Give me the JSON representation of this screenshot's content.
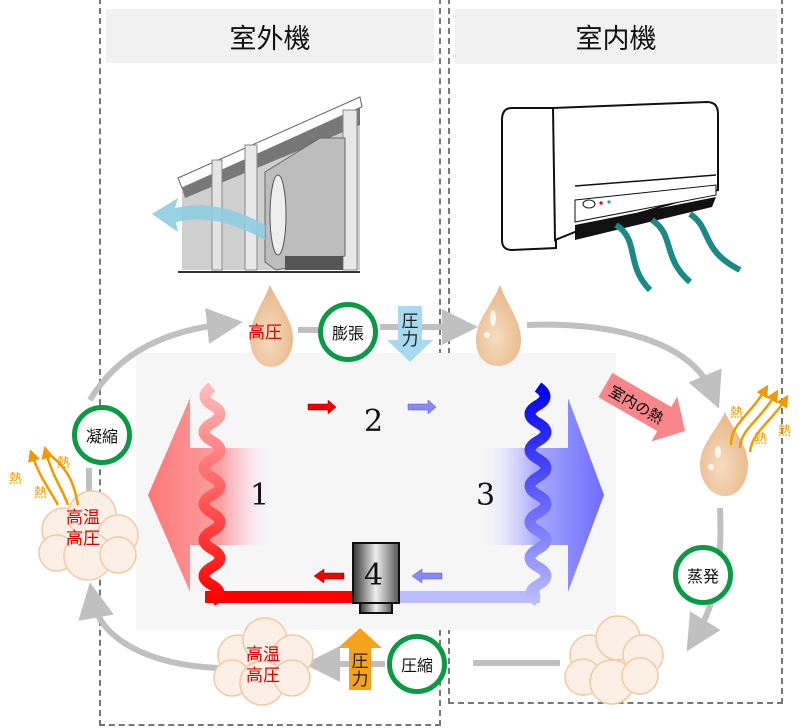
{
  "panels": {
    "outdoor": {
      "title": "室外機"
    },
    "indoor": {
      "title": "室内機"
    }
  },
  "states": {
    "top_left_drop": "高圧",
    "left_cloud": [
      "高温",
      "高圧"
    ],
    "bottom_cloud": [
      "高温",
      "高圧"
    ]
  },
  "steps": {
    "expansion": "膨張",
    "condensation": "凝縮",
    "evaporation": "蒸発",
    "compression": "圧縮"
  },
  "pressure_arrows": {
    "down": [
      "圧",
      "力"
    ],
    "up": [
      "圧",
      "力"
    ]
  },
  "room_heat_label": "室内の熱",
  "heat_word": "熱",
  "cycle_numbers": [
    "1",
    "2",
    "3",
    "4"
  ],
  "colors": {
    "step_ring": "#0a9a45",
    "hot": "#ff0000",
    "cold": "#0000ff",
    "flow_arrow": "#c0c0c0",
    "heat": "#f19a00",
    "pressure_down": "#a7daf0",
    "pressure_up": "#f7a21b",
    "room_heat": "#f8868a"
  }
}
